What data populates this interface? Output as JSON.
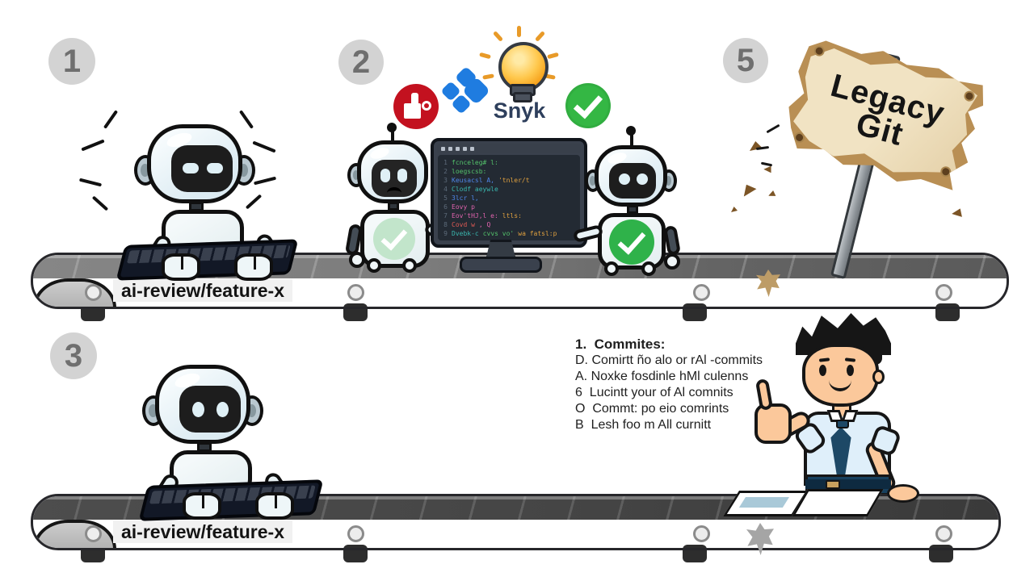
{
  "scene": {
    "description": "Cartoon workflow diagram: robots on conveyor belts performing AI code review, a broken Legacy Git sign, and an approving man",
    "background": "#ffffff"
  },
  "badges": {
    "step1": "1",
    "step2": "2",
    "step3": "3",
    "step5": "5"
  },
  "belts": {
    "top": {
      "label": "ai-review/feature-x"
    },
    "bottom": {
      "label": "ai-review/feature-x"
    }
  },
  "station2": {
    "snyk_label": "Snyk",
    "icons": {
      "red_badge": "thumb-block-icon",
      "blue_mark": "diamond-cluster-icon",
      "idea": "lightbulb-icon",
      "approved": "check-circle-icon",
      "robot_chips": "check-icon"
    }
  },
  "sign": {
    "line1": "Legacy",
    "line2": "Git"
  },
  "notes": {
    "title": "1.  Commites:",
    "items": [
      "D. Comirtt ño alo or rAl -commits",
      "A. Noxke fosdinle hMl culenns",
      "6  Lucintt your of Al comnits",
      "O  Commt: po eio comrints",
      "B  Lesh foo m All curnitt"
    ]
  },
  "monitor": {
    "code_lines": [
      [
        {
          "t": "fcnceleg# l:",
          "c": "green"
        }
      ],
      [
        {
          "t": "loegscsb:",
          "c": "green"
        }
      ],
      [
        {
          "t": "Keusacsl A,",
          "c": "blue"
        },
        {
          "t": "'tnler/t",
          "c": "orange"
        }
      ],
      [
        {
          "t": "Clodf aeywle",
          "c": "cyan"
        }
      ],
      [
        {
          "t": "3lcr l,",
          "c": "blue"
        }
      ],
      [
        {
          "t": "Eovy p",
          "c": "pink"
        }
      ],
      [
        {
          "t": "Eov'tHJ,l e:",
          "c": "pink"
        },
        {
          "t": "ltls:",
          "c": "orange"
        }
      ],
      [
        {
          "t": "Covd w",
          "c": "red"
        },
        {
          "t": ", Q",
          "c": "pink"
        }
      ],
      [
        {
          "t": "Dvebk-c",
          "c": "cyan"
        },
        {
          "t": "cvvs vo'",
          "c": "green"
        },
        {
          "t": "wa fatsl:p",
          "c": "orange"
        }
      ]
    ]
  },
  "colors": {
    "accent_red": "#c3111f",
    "accent_blue": "#1f7ce0",
    "accent_green": "#34b744",
    "pale_green": "#c2e5cb",
    "bulb_orange": "#f59c14",
    "snyk_navy": "#2e3f5c",
    "sign_board": "#f1e3c3",
    "sign_wood": "#b98f54",
    "belt_gray": "#a9a9a9"
  }
}
